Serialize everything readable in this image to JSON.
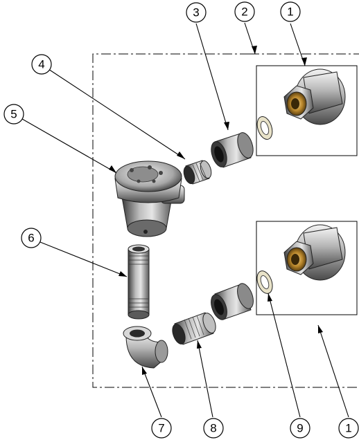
{
  "diagram": {
    "type": "exploded-parts-assembly",
    "callouts": [
      {
        "id": "c1-top",
        "label": "1"
      },
      {
        "id": "c2",
        "label": "2"
      },
      {
        "id": "c3",
        "label": "3"
      },
      {
        "id": "c4",
        "label": "4"
      },
      {
        "id": "c5",
        "label": "5"
      },
      {
        "id": "c6",
        "label": "6"
      },
      {
        "id": "c7",
        "label": "7"
      },
      {
        "id": "c8",
        "label": "8"
      },
      {
        "id": "c9",
        "label": "9"
      },
      {
        "id": "c1-bottom",
        "label": "1"
      }
    ],
    "colors": {
      "line": "#000000",
      "metal_light": "#d9d9d9",
      "metal_mid": "#9a9a9a",
      "metal_dark": "#3a3a3a",
      "brass": "#b8862b",
      "washer": "#e8e2c8"
    }
  }
}
